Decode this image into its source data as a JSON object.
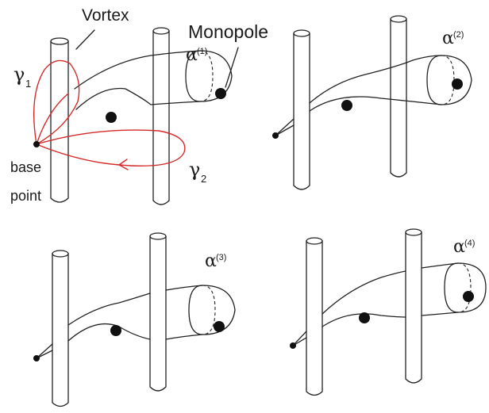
{
  "labels": {
    "vortex": "Vortex",
    "monopole": "Monopole",
    "gamma1": "γ",
    "gamma1_sub": "1",
    "gamma2": "γ",
    "gamma2_sub": "2",
    "base": "base",
    "point": "point",
    "alpha": "α",
    "alpha1_sup": "(1)",
    "alpha2_sup": "(2)",
    "alpha3_sup": "(3)",
    "alpha4_sup": "(4)"
  },
  "colors": {
    "ink": "#222222",
    "loop": "#d42a2a"
  }
}
